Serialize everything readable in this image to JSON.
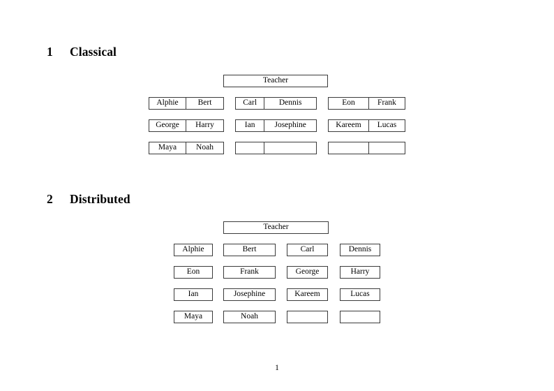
{
  "document": {
    "page_number": "1"
  },
  "sections": [
    {
      "number": "1",
      "title": "Classical",
      "teacher_label": "Teacher",
      "groups": [
        {
          "rows": [
            [
              "Alphie",
              "Bert"
            ],
            [
              "George",
              "Harry"
            ],
            [
              "Maya",
              "Noah"
            ]
          ]
        },
        {
          "rows": [
            [
              "Carl",
              "Dennis"
            ],
            [
              "Ian",
              "Josephine"
            ],
            [
              "",
              ""
            ]
          ]
        },
        {
          "rows": [
            [
              "Eon",
              "Frank"
            ],
            [
              "Kareem",
              "Lucas"
            ],
            [
              "",
              ""
            ]
          ]
        }
      ]
    },
    {
      "number": "2",
      "title": "Distributed",
      "teacher_label": "Teacher",
      "rows": [
        [
          "Alphie",
          "Bert",
          "Carl",
          "Dennis"
        ],
        [
          "Eon",
          "Frank",
          "George",
          "Harry"
        ],
        [
          "Ian",
          "Josephine",
          "Kareem",
          "Lucas"
        ],
        [
          "Maya",
          "Noah",
          "",
          ""
        ]
      ]
    }
  ]
}
